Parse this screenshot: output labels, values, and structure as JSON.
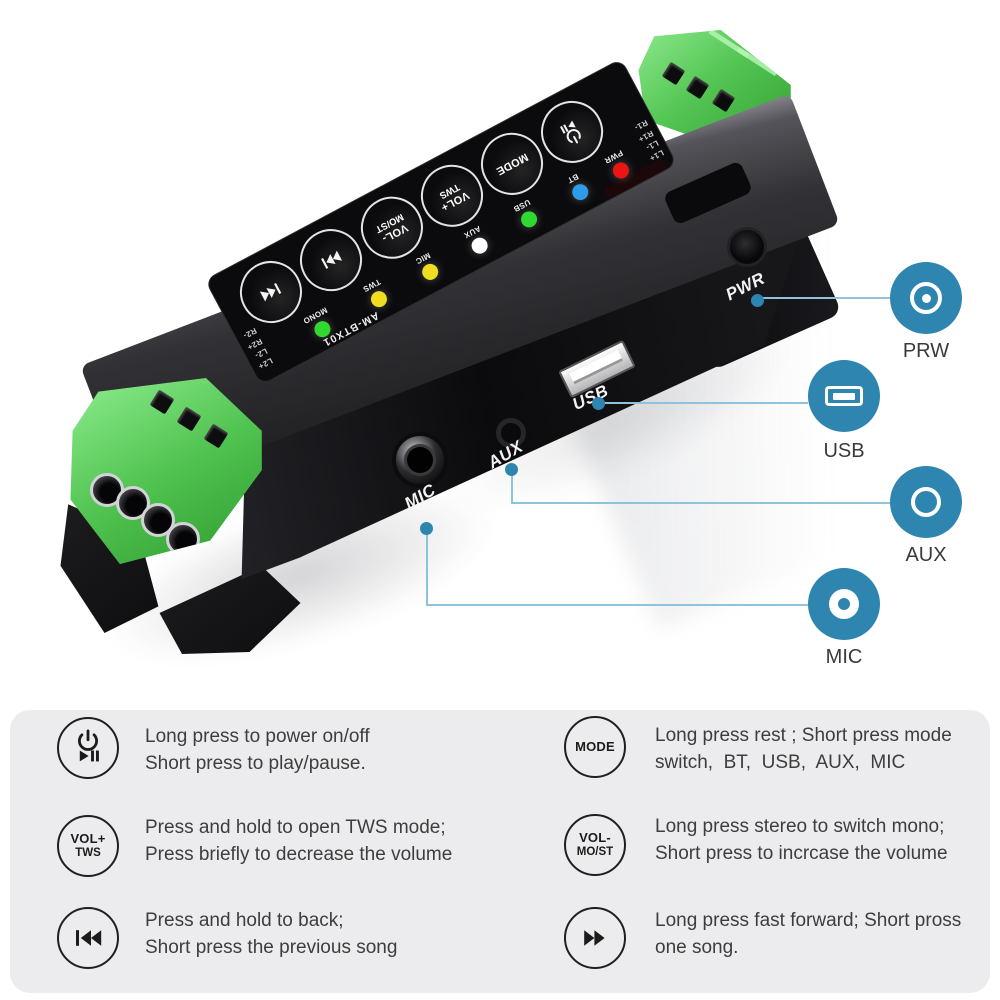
{
  "colors": {
    "accent_blue": "#2e86b0",
    "line_blue": "#90c3da",
    "legend_bg": "#ececee",
    "terminal_green": "#4fc24f",
    "led_red": "#ee1414",
    "led_blue": "#2e9ce8",
    "led_green": "#30d830",
    "led_yellow": "#f0dc20",
    "led_white": "#ffffff"
  },
  "device": {
    "model": "AM-BTX01",
    "buttons": {
      "mode": "MODE",
      "vol_plus_1": "VOL+",
      "vol_plus_2": "TWS",
      "vol_minus_1": "VOL-",
      "vol_minus_2": "MO/ST"
    },
    "leds": [
      {
        "label": "PWR",
        "color": "#ee1414"
      },
      {
        "label": "BT",
        "color": "#2e9ce8"
      },
      {
        "label": "USB",
        "color": "#30d830"
      },
      {
        "label": "AUX",
        "color": "#ffffff"
      },
      {
        "label": "MIC",
        "color": "#f0dc20"
      },
      {
        "label": "TWS",
        "color": "#f0dc20"
      },
      {
        "label": "MONO",
        "color": "#30d830"
      }
    ],
    "edge_labels_right": [
      "R1-",
      "R1+",
      "L1-",
      "L1+"
    ],
    "edge_labels_left": [
      "R2-",
      "R2+",
      "L2-",
      "L2+"
    ],
    "ports": {
      "mic": "MIC",
      "aux": "AUX",
      "usb": "USB",
      "pwr": "PWR"
    }
  },
  "callouts": [
    {
      "label": "PRW",
      "icon": "dc-power-jack-icon"
    },
    {
      "label": "USB",
      "icon": "usb-port-icon"
    },
    {
      "label": "AUX",
      "icon": "aux-jack-icon"
    },
    {
      "label": "MIC",
      "icon": "mic-jack-icon"
    }
  ],
  "legend": [
    {
      "icon": "power-play-icon",
      "lines": [
        "Long press to power on/off",
        "Short press to play/pause."
      ]
    },
    {
      "icon": "mode-button-icon",
      "icon_text_1": "MODE",
      "lines": [
        "Long press rest ; Short press mode",
        "switch,  BT,  USB,  AUX,  MIC"
      ]
    },
    {
      "icon": "vol-plus-tws-button-icon",
      "icon_text_1": "VOL+",
      "icon_text_2": "TWS",
      "lines": [
        "Press and hold to open TWS mode;",
        "Press briefly to decrease the volume"
      ]
    },
    {
      "icon": "vol-minus-most-button-icon",
      "icon_text_1": "VOL-",
      "icon_text_2": "MO/ST",
      "lines": [
        "Long press stereo to switch mono;",
        "Short press to incrcase the volume"
      ]
    },
    {
      "icon": "previous-track-icon",
      "lines": [
        "Press and hold to back;",
        "Short press the previous song"
      ]
    },
    {
      "icon": "fast-forward-icon",
      "lines": [
        "Long press fast forward; Short pross",
        "one song."
      ]
    }
  ]
}
